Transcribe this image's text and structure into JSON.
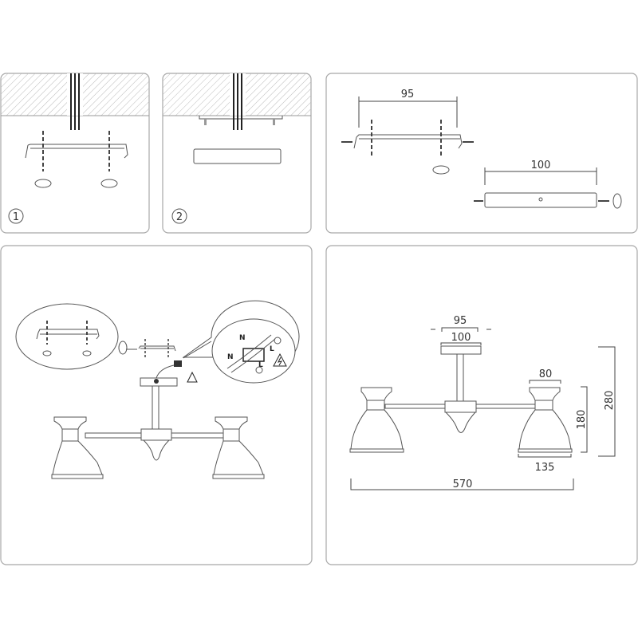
{
  "steps": [
    {
      "number": "1"
    },
    {
      "number": "2"
    }
  ],
  "bracket_dimensions": {
    "bracket_width": "95",
    "plate_width": "100"
  },
  "wiring": {
    "neutral_top": "N",
    "live_top": "L",
    "neutral_bottom": "N",
    "live_bottom": "L"
  },
  "product_dimensions": {
    "mount_spacing": "95",
    "canopy_width": "100",
    "shade_top_width": "80",
    "shade_height": "180",
    "total_height": "280",
    "shade_bottom_width": "135",
    "total_width": "570"
  },
  "colors": {
    "line": "#555555",
    "border": "#a8a8a8"
  }
}
